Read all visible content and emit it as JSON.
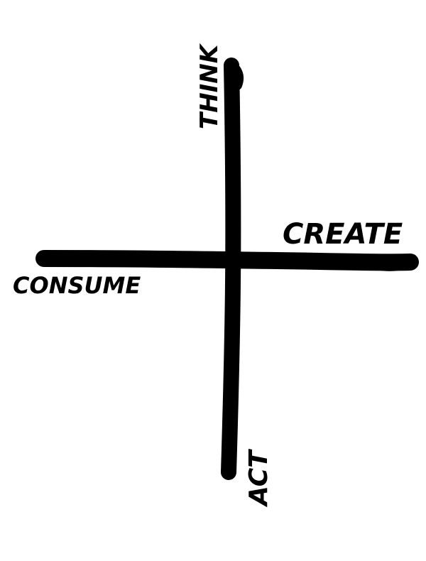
{
  "diagram": {
    "labels": {
      "top": "THINK",
      "bottom": "ACT",
      "left": "CONSUME",
      "right": "CREATE"
    },
    "colors": {
      "ink": "#000000",
      "background": "#ffffff"
    }
  }
}
